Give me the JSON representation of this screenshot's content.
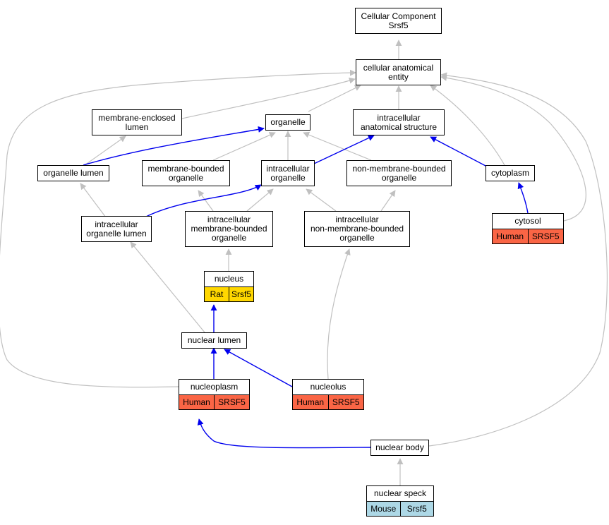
{
  "colors": {
    "edge_is_a": "#c0c0c0",
    "edge_part_of": "#0000ee",
    "human": "#fa6545",
    "rat": "#ffd700",
    "mouse": "#add8e6"
  },
  "nodes": {
    "root": {
      "lines": [
        "Cellular Component",
        "Srsf5"
      ]
    },
    "cae": {
      "lines": [
        "cellular anatomical",
        "entity"
      ]
    },
    "mel": {
      "lines": [
        "membrane-enclosed",
        "lumen"
      ]
    },
    "org": {
      "lines": [
        "organelle"
      ]
    },
    "ias": {
      "lines": [
        "intracellular",
        "anatomical structure"
      ]
    },
    "orgl": {
      "lines": [
        "organelle lumen"
      ]
    },
    "mbo": {
      "lines": [
        "membrane-bounded",
        "organelle"
      ]
    },
    "io": {
      "lines": [
        "intracellular",
        "organelle"
      ]
    },
    "nmbo": {
      "lines": [
        "non-membrane-bounded",
        "organelle"
      ]
    },
    "cyto": {
      "lines": [
        "cytoplasm"
      ]
    },
    "iol": {
      "lines": [
        "intracellular",
        "organelle lumen"
      ]
    },
    "imbo": {
      "lines": [
        "intracellular",
        "membrane-bounded",
        "organelle"
      ]
    },
    "inmbo": {
      "lines": [
        "intracellular",
        "non-membrane-bounded",
        "organelle"
      ]
    },
    "cytosol": {
      "lines": [
        "cytosol"
      ],
      "annotation": {
        "species": "Human",
        "gene": "SRSF5",
        "color": "human"
      }
    },
    "nucleus": {
      "lines": [
        "nucleus"
      ],
      "annotation": {
        "species": "Rat",
        "gene": "Srsf5",
        "color": "rat"
      }
    },
    "nl": {
      "lines": [
        "nuclear lumen"
      ]
    },
    "nucleoplasm": {
      "lines": [
        "nucleoplasm"
      ],
      "annotation": {
        "species": "Human",
        "gene": "SRSF5",
        "color": "human"
      }
    },
    "nucleolus": {
      "lines": [
        "nucleolus"
      ],
      "annotation": {
        "species": "Human",
        "gene": "SRSF5",
        "color": "human"
      }
    },
    "nb": {
      "lines": [
        "nuclear body"
      ]
    },
    "ns": {
      "lines": [
        "nuclear speck"
      ],
      "annotation": {
        "species": "Mouse",
        "gene": "Srsf5",
        "color": "mouse"
      }
    }
  },
  "edges": [
    {
      "from": "cae",
      "to": "root",
      "type": "is_a"
    },
    {
      "from": "mel",
      "to": "cae",
      "type": "is_a"
    },
    {
      "from": "org",
      "to": "cae",
      "type": "is_a"
    },
    {
      "from": "ias",
      "to": "cae",
      "type": "is_a"
    },
    {
      "from": "cyto",
      "to": "cae",
      "type": "is_a"
    },
    {
      "from": "cytosol",
      "to": "cae",
      "type": "is_a"
    },
    {
      "from": "nucleoplasm",
      "to": "cae",
      "type": "is_a"
    },
    {
      "from": "nb",
      "to": "cae",
      "type": "is_a"
    },
    {
      "from": "orgl",
      "to": "mel",
      "type": "is_a"
    },
    {
      "from": "orgl",
      "to": "org",
      "type": "part_of"
    },
    {
      "from": "mbo",
      "to": "org",
      "type": "is_a"
    },
    {
      "from": "io",
      "to": "org",
      "type": "is_a"
    },
    {
      "from": "nmbo",
      "to": "org",
      "type": "is_a"
    },
    {
      "from": "io",
      "to": "ias",
      "type": "part_of"
    },
    {
      "from": "cyto",
      "to": "ias",
      "type": "part_of"
    },
    {
      "from": "iol",
      "to": "orgl",
      "type": "is_a"
    },
    {
      "from": "iol",
      "to": "io",
      "type": "part_of"
    },
    {
      "from": "imbo",
      "to": "mbo",
      "type": "is_a"
    },
    {
      "from": "imbo",
      "to": "io",
      "type": "is_a"
    },
    {
      "from": "inmbo",
      "to": "io",
      "type": "is_a"
    },
    {
      "from": "inmbo",
      "to": "nmbo",
      "type": "is_a"
    },
    {
      "from": "cytosol",
      "to": "cyto",
      "type": "part_of"
    },
    {
      "from": "nucleus",
      "to": "imbo",
      "type": "is_a"
    },
    {
      "from": "nl",
      "to": "iol",
      "type": "is_a"
    },
    {
      "from": "nl",
      "to": "nucleus",
      "type": "part_of"
    },
    {
      "from": "nucleoplasm",
      "to": "nl",
      "type": "part_of"
    },
    {
      "from": "nucleolus",
      "to": "nl",
      "type": "part_of"
    },
    {
      "from": "nucleolus",
      "to": "inmbo",
      "type": "is_a"
    },
    {
      "from": "nb",
      "to": "nucleoplasm",
      "type": "part_of"
    },
    {
      "from": "ns",
      "to": "nb",
      "type": "is_a"
    }
  ]
}
